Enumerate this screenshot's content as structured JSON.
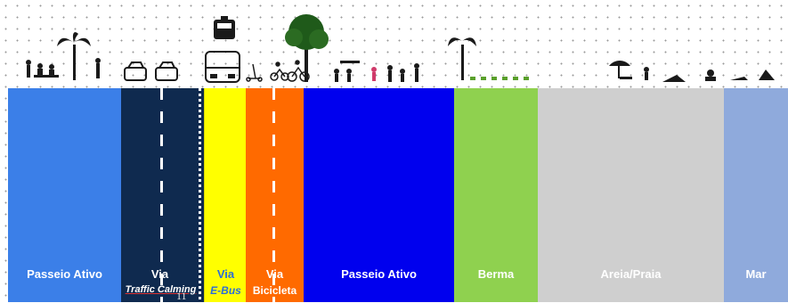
{
  "bands": [
    {
      "label": "Passeio Ativo",
      "sub": "",
      "color": "#3b7fe8"
    },
    {
      "label": "Via",
      "sub": "Traffic Calming",
      "color": "#0f2a4f"
    },
    {
      "label": "Via",
      "sub": "E-Bus",
      "color": "#ffff00"
    },
    {
      "label": "Via",
      "sub": "Bicicleta",
      "color": "#ff6a00"
    },
    {
      "label": "Passeio Ativo",
      "sub": "",
      "color": "#0000ee"
    },
    {
      "label": "Berma",
      "sub": "",
      "color": "#8fd14f"
    },
    {
      "label": "Areia/Praia",
      "sub": "",
      "color": "#cfcfcf"
    },
    {
      "label": "Mar",
      "sub": "",
      "color": "#8faadc"
    }
  ],
  "page_number": "11",
  "icons": {
    "pedestrians_cafe": "people-cafe-icon",
    "palm": "palm-tree-icon",
    "cars": "car-icon",
    "bus": "bus-icon",
    "van": "van-icon",
    "scooter": "scooter-icon",
    "cyclists": "cyclist-icon",
    "tree": "tree-icon",
    "beach": "beach-people-icon"
  },
  "colors": {
    "label_text": "#ffffff",
    "ebus_label": "#2a6dd9",
    "traffic_calming_label": "#ffffff"
  }
}
